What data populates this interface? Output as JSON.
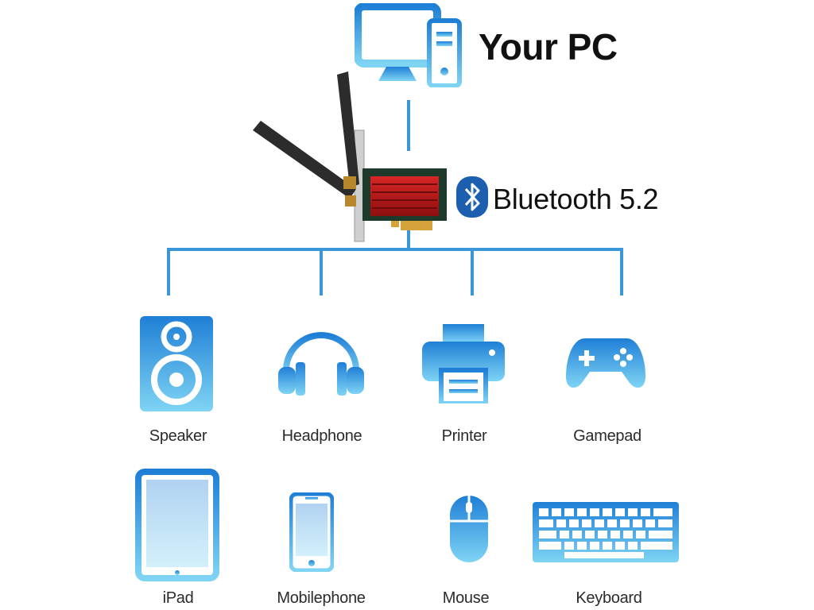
{
  "header": {
    "title": "Your PC"
  },
  "adapter": {
    "label": "Bluetooth 5.2"
  },
  "devices": [
    {
      "label": "Speaker",
      "icon": "speaker-icon"
    },
    {
      "label": "Headphone",
      "icon": "headphone-icon"
    },
    {
      "label": "Printer",
      "icon": "printer-icon"
    },
    {
      "label": "Gamepad",
      "icon": "gamepad-icon"
    },
    {
      "label": "iPad",
      "icon": "tablet-icon"
    },
    {
      "label": "Mobilephone",
      "icon": "phone-icon"
    },
    {
      "label": "Mouse",
      "icon": "mouse-icon"
    },
    {
      "label": "Keyboard",
      "icon": "keyboard-icon"
    }
  ],
  "colors": {
    "accent": "#2e8fd8",
    "line": "#3b95d9",
    "card_red": "#c81a1a"
  }
}
